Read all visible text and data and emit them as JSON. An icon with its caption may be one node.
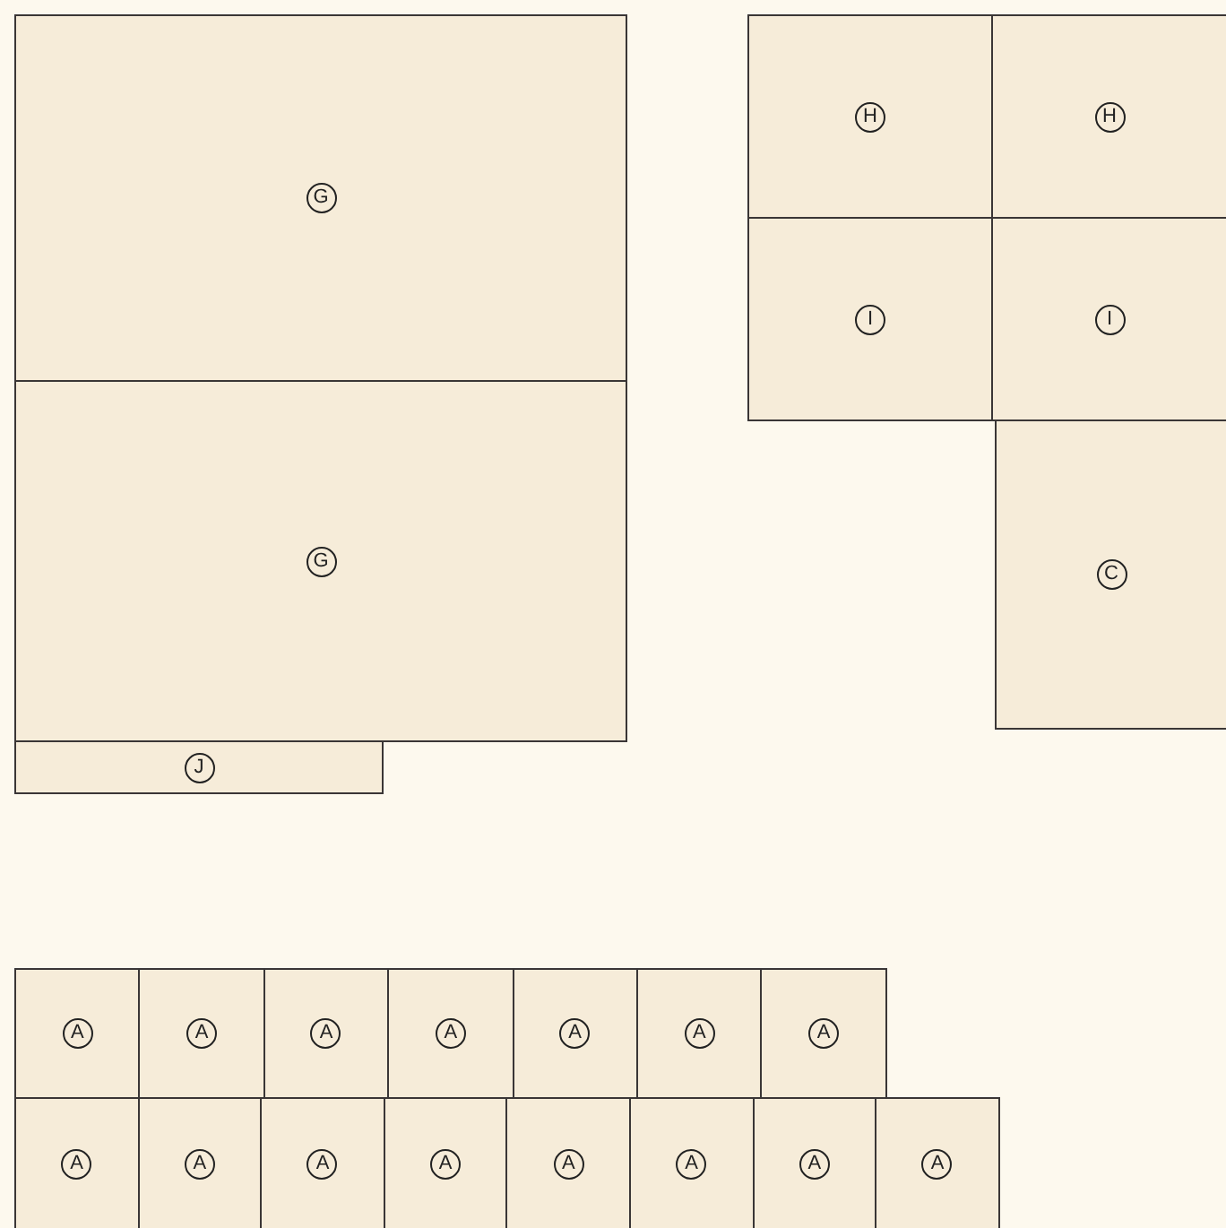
{
  "diagram": {
    "nodes": [
      {
        "text": [
          "G"
        ]
      },
      {
        "text": [
          "H"
        ]
      },
      {
        "text": [
          "H"
        ]
      },
      {
        "text": [
          "I"
        ]
      },
      {
        "text": [
          "I"
        ]
      },
      {
        "text": [
          "G"
        ]
      },
      {
        "text": [
          "C"
        ]
      },
      {
        "text": [
          "J"
        ]
      },
      {
        "text": [
          "A"
        ]
      },
      {
        "text": [
          "A"
        ]
      },
      {
        "text": [
          "A"
        ]
      },
      {
        "text": [
          "A"
        ]
      },
      {
        "text": [
          "A"
        ]
      },
      {
        "text": [
          "A"
        ]
      },
      {
        "text": [
          "A"
        ]
      },
      {
        "text": [
          "A"
        ]
      },
      {
        "text": [
          "A"
        ]
      },
      {
        "text": [
          "A"
        ]
      },
      {
        "text": [
          "A"
        ]
      },
      {
        "text": [
          "A"
        ]
      },
      {
        "text": [
          "A"
        ]
      },
      {
        "text": [
          "A"
        ]
      },
      {
        "text": [
          "A"
        ]
      }
    ]
  }
}
